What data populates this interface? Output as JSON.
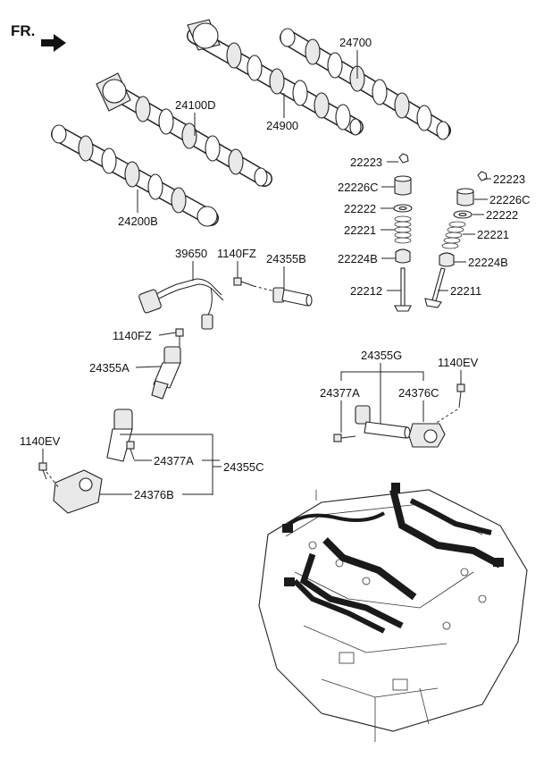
{
  "header": {
    "fr_label": "FR."
  },
  "labels": {
    "p24700": "24700",
    "p24100D": "24100D",
    "p24900": "24900",
    "p24200B": "24200B",
    "p22223a": "22223",
    "p22226Ca": "22226C",
    "p22222a": "22222",
    "p22221a": "22221",
    "p22224Ba": "22224B",
    "p22212": "22212",
    "p22223b": "22223",
    "p22226Cb": "22226C",
    "p22222b": "22222",
    "p22221b": "22221",
    "p22224Bb": "22224B",
    "p22211": "22211",
    "p39650": "39650",
    "p1140FZa": "1140FZ",
    "p24355B": "24355B",
    "p1140FZb": "1140FZ",
    "p24355A": "24355A",
    "p24355G": "24355G",
    "p1140EVa": "1140EV",
    "p24377Aa": "24377A",
    "p24376Ca": "24376C",
    "p1140EVb": "1140EV",
    "p24377Ab": "24377A",
    "p24355C": "24355C",
    "p24376B": "24376B"
  },
  "colors": {
    "line": "#222222",
    "fill_light": "#e9e9e9",
    "harness": "#1a1a1a"
  }
}
